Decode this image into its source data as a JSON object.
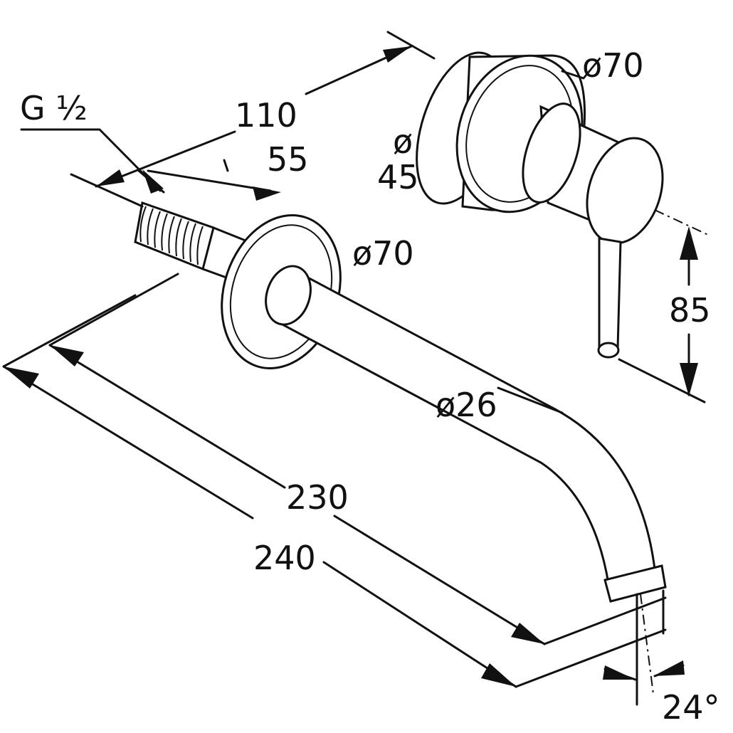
{
  "diagram": {
    "labels": {
      "thread": "G ½",
      "dim_110": "110",
      "dim_55": "55",
      "dim_70_handle": "ø70",
      "dim_45_top": "ø",
      "dim_45_bottom": "45",
      "dim_70_spout": "ø70",
      "dim_26": "ø26",
      "dim_85": "85",
      "dim_230": "230",
      "dim_240": "240",
      "dim_24deg": "24°"
    }
  }
}
